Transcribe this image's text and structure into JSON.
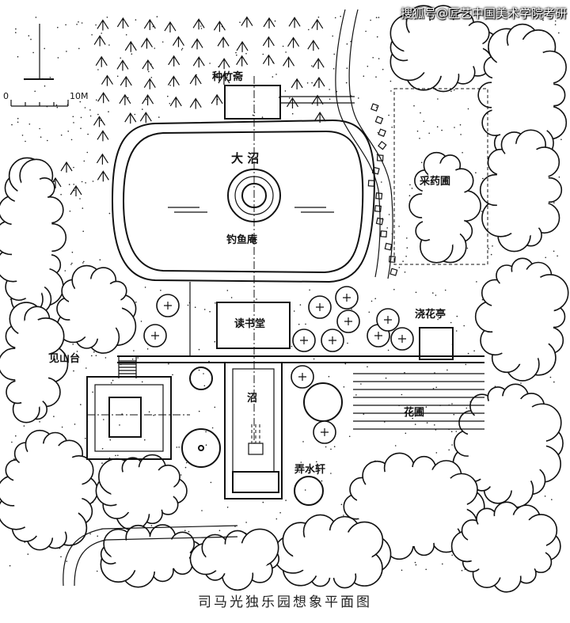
{
  "watermark": "搜狐号@匠艺中国美术学院考研",
  "caption": "司马光独乐园想象平面图",
  "scale": {
    "zero": "0",
    "ten": "10M"
  },
  "labels": {
    "zhongzhu": "种竹斋",
    "dazhao": "大  沼",
    "caiyao": "采药圃",
    "diaoyu": "钓鱼庵",
    "dushu": "读书堂",
    "jiaohua": "浇花亭",
    "jianshan": "见山台",
    "zhao": "沼",
    "huapu": "花圃",
    "nongshui": "弄水轩"
  },
  "icons": {
    "north_arrow": "north-arrow-icon",
    "conifer": "conifer-tree-icon",
    "deciduous": "deciduous-tree-icon"
  }
}
